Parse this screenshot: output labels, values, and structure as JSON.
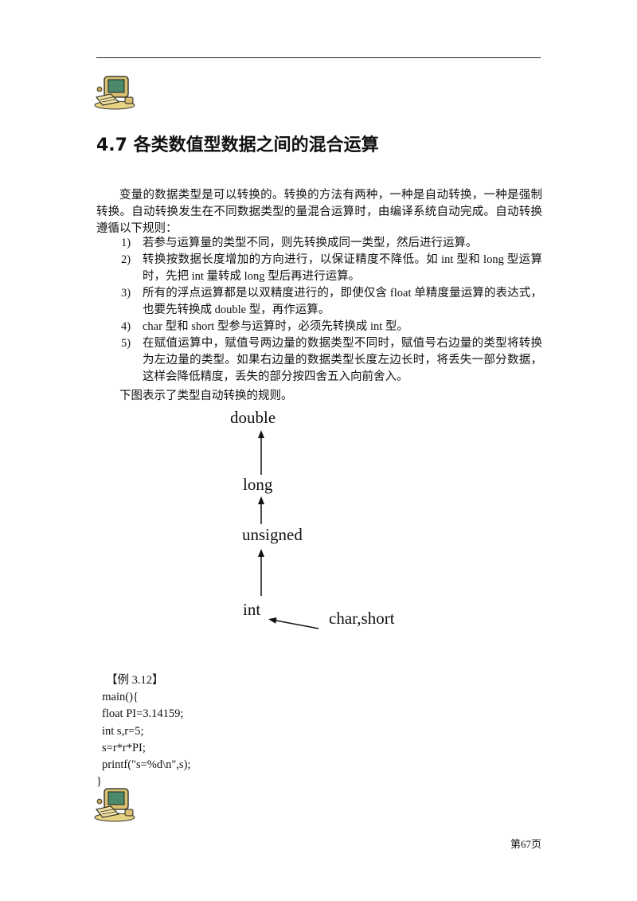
{
  "heading": "4.7 各类数值型数据之间的混合运算",
  "intro": "变量的数据类型是可以转换的。转换的方法有两种，一种是自动转换，一种是强制转换。自动转换发生在不同数据类型的量混合运算时，由编译系统自动完成。自动转换遵循以下规则：",
  "rules": [
    {
      "num": "1)",
      "text": "若参与运算量的类型不同，则先转换成同一类型，然后进行运算。"
    },
    {
      "num": "2)",
      "text": "转换按数据长度增加的方向进行，以保证精度不降低。如 int 型和 long 型运算时，先把 int 量转成 long 型后再进行运算。"
    },
    {
      "num": "3)",
      "text": "所有的浮点运算都是以双精度进行的，即使仅含 float 单精度量运算的表达式，也要先转换成 double 型，再作运算。"
    },
    {
      "num": "4)",
      "text": "char 型和 short 型参与运算时，必须先转换成 int 型。"
    },
    {
      "num": "5)",
      "text": "在赋值运算中，赋值号两边量的数据类型不同时，赋值号右边量的类型将转换为左边量的类型。如果右边量的数据类型长度左边长时，将丢失一部分数据，这样会降低精度，丢失的部分按四舍五入向前舍入。"
    }
  ],
  "caption": "下图表示了类型自动转换的规则。",
  "diagram": {
    "double": "double",
    "long": "long",
    "unsigned": "unsigned",
    "int": "int",
    "char_short": "char,short"
  },
  "example": {
    "label": "【例 3.12】",
    "lines": [
      "  main(){",
      "float PI=3.14159;",
      "int s,r=5;",
      "s=r*r*PI;",
      "printf(\"s=%d\\n\",s);",
      "}"
    ]
  },
  "page_number": "第67页",
  "icons": {
    "clip": "computer-clipart-icon"
  }
}
